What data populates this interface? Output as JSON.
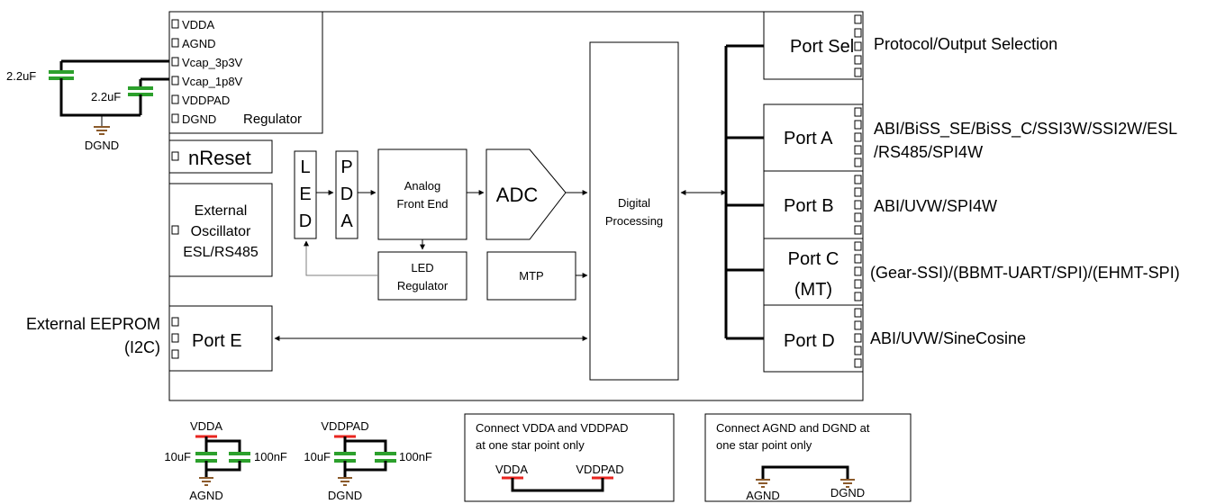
{
  "regulator": {
    "pins": [
      "VDDA",
      "AGND",
      "Vcap_3p3V",
      "Vcap_1p8V",
      "VDDPAD",
      "DGND"
    ],
    "label": "Regulator"
  },
  "regulator_caps": {
    "cap1": "2.2uF",
    "cap2": "2.2uF",
    "ground": "DGND"
  },
  "nreset": "nReset",
  "oscillator": {
    "line1": "External",
    "line2": "Oscillator",
    "line3": "ESL/RS485"
  },
  "led": [
    "L",
    "E",
    "D"
  ],
  "pda": [
    "P",
    "D",
    "A"
  ],
  "afe": {
    "line1": "Analog",
    "line2": "Front End"
  },
  "adc": "ADC",
  "led_regulator": {
    "line1": "LED",
    "line2": "Regulator"
  },
  "mtp": "MTP",
  "digital": {
    "line1": "Digital",
    "line2": "Processing"
  },
  "port_e": "Port E",
  "eeprom": {
    "line1": "External EEPROM",
    "line2": "(I2C)"
  },
  "ports": [
    {
      "name": "Port Sel",
      "name2": "",
      "desc": [
        "Protocol/Output Selection"
      ]
    },
    {
      "name": "Port A",
      "name2": "",
      "desc": [
        "ABI/BiSS_SE/BiSS_C/SSI3W/SSI2W/ESL",
        "/RS485/SPI4W"
      ]
    },
    {
      "name": "Port B",
      "name2": "",
      "desc": [
        "ABI/UVW/SPI4W"
      ]
    },
    {
      "name": "Port C",
      "name2": "(MT)",
      "desc": [
        "(Gear-SSI)/(BBMT-UART/SPI)/(EHMT-SPI)"
      ]
    },
    {
      "name": "Port D",
      "name2": "",
      "desc": [
        "ABI/UVW/SineCosine"
      ]
    }
  ],
  "decoupling": [
    {
      "top": "VDDA",
      "left_cap": "10uF",
      "right_cap": "100nF",
      "bottom": "AGND"
    },
    {
      "top": "VDDPAD",
      "left_cap": "10uF",
      "right_cap": "100nF",
      "bottom": "DGND"
    }
  ],
  "note_vdd": {
    "line1": "Connect VDDA and VDDPAD",
    "line2": "at one star point only",
    "left": "VDDA",
    "right": "VDDPAD"
  },
  "note_gnd": {
    "line1": "Connect AGND and DGND at",
    "line2": "one star point only",
    "left": "AGND",
    "right": "DGND"
  },
  "colors": {
    "capacitor": "#2ca02c",
    "supply_bar": "#e8251f",
    "ground": "#8b5a2b",
    "wire": "#000000",
    "aux_wire": "#7f7f7f"
  }
}
